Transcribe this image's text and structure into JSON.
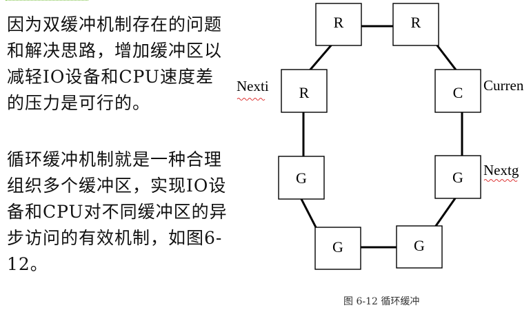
{
  "text": {
    "paragraph_1": "因为双缓冲机制存在的问题和解决思路，增加缓冲区以减轻IO设备和CPU速度差的压力是可行的。",
    "paragraph_2": "循环缓冲机制就是一种合理组织多个缓冲区，实现IO设备和CPU对不同缓冲区的异步访问的有效机制，如图6-12。"
  },
  "diagram": {
    "nodes": [
      "R",
      "R",
      "C",
      "G",
      "G",
      "G",
      "G",
      "R"
    ],
    "labels": {
      "nexti": "Nexti",
      "current": "Curren",
      "nextg": "Nextg"
    },
    "caption": "图 6-12 循环缓冲"
  }
}
